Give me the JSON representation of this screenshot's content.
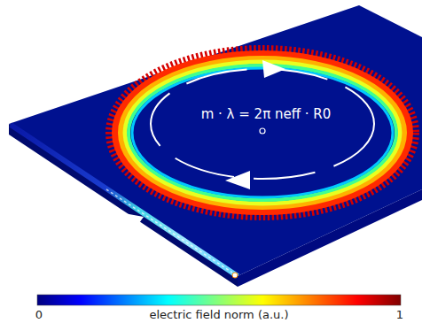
{
  "diagram": {
    "labels": [
      "m · λ = 2π neff · R0",
      "0",
      "electric field norm (a.u.)",
      "1"
    ]
  }
}
